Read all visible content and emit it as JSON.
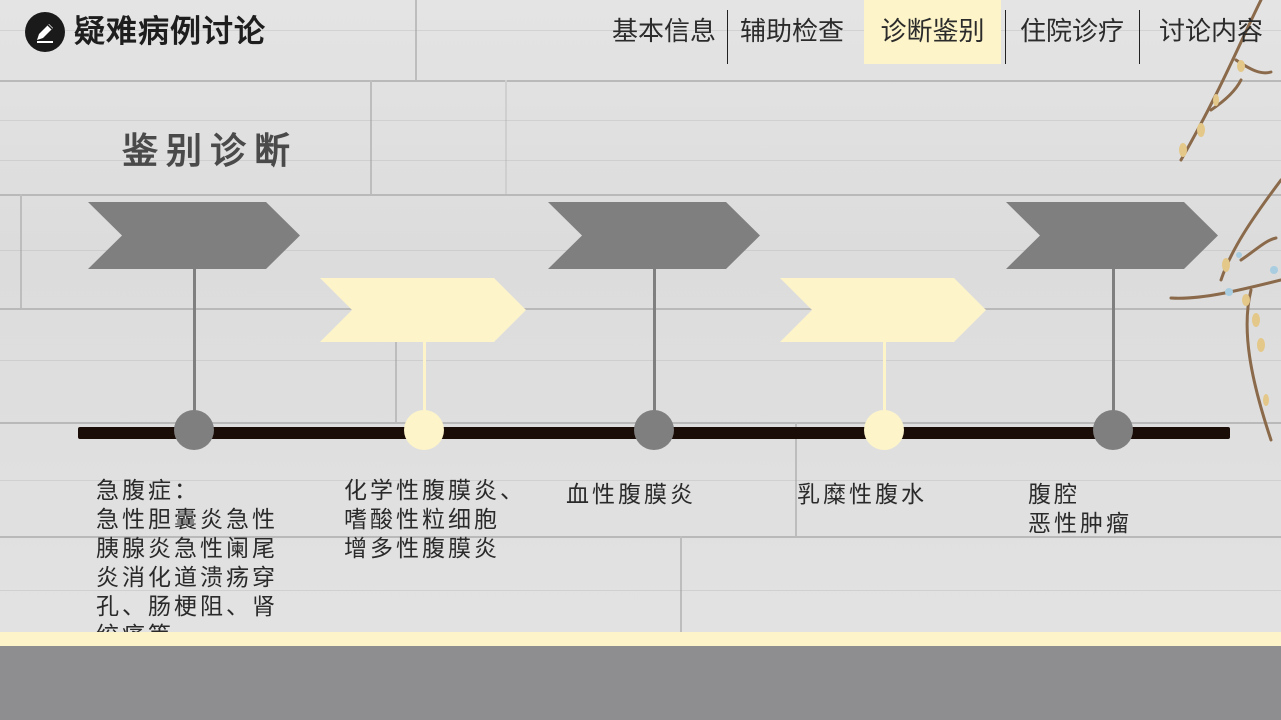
{
  "header": {
    "title": "疑难病例讨论",
    "logo_icon": "pencil-icon"
  },
  "nav": {
    "items": [
      {
        "label": "基本信息"
      },
      {
        "label": "辅助检查"
      },
      {
        "label": "诊断鉴别",
        "active": true
      },
      {
        "label": "住院诊疗"
      },
      {
        "label": "讨论内容"
      }
    ]
  },
  "section": {
    "title": "鉴别诊断"
  },
  "timeline": {
    "items": [
      {
        "label": "急腹症：\n急性胆囊炎急性\n胰腺炎急性阑尾\n炎消化道溃疡穿\n孔、肠梗阻、肾\n绞痛等",
        "style": "gray"
      },
      {
        "label": "化学性腹膜炎、\n嗜酸性粒细胞\n增多性腹膜炎",
        "style": "cream"
      },
      {
        "label": "血性腹膜炎",
        "style": "gray"
      },
      {
        "label": "乳糜性腹水",
        "style": "cream"
      },
      {
        "label": "腹腔\n恶性肿瘤",
        "style": "gray"
      }
    ]
  },
  "colors": {
    "gray": "#7f7f7f",
    "cream": "#fdf4c9",
    "bar": "#1a0c06",
    "footer": "#8e8e90"
  }
}
